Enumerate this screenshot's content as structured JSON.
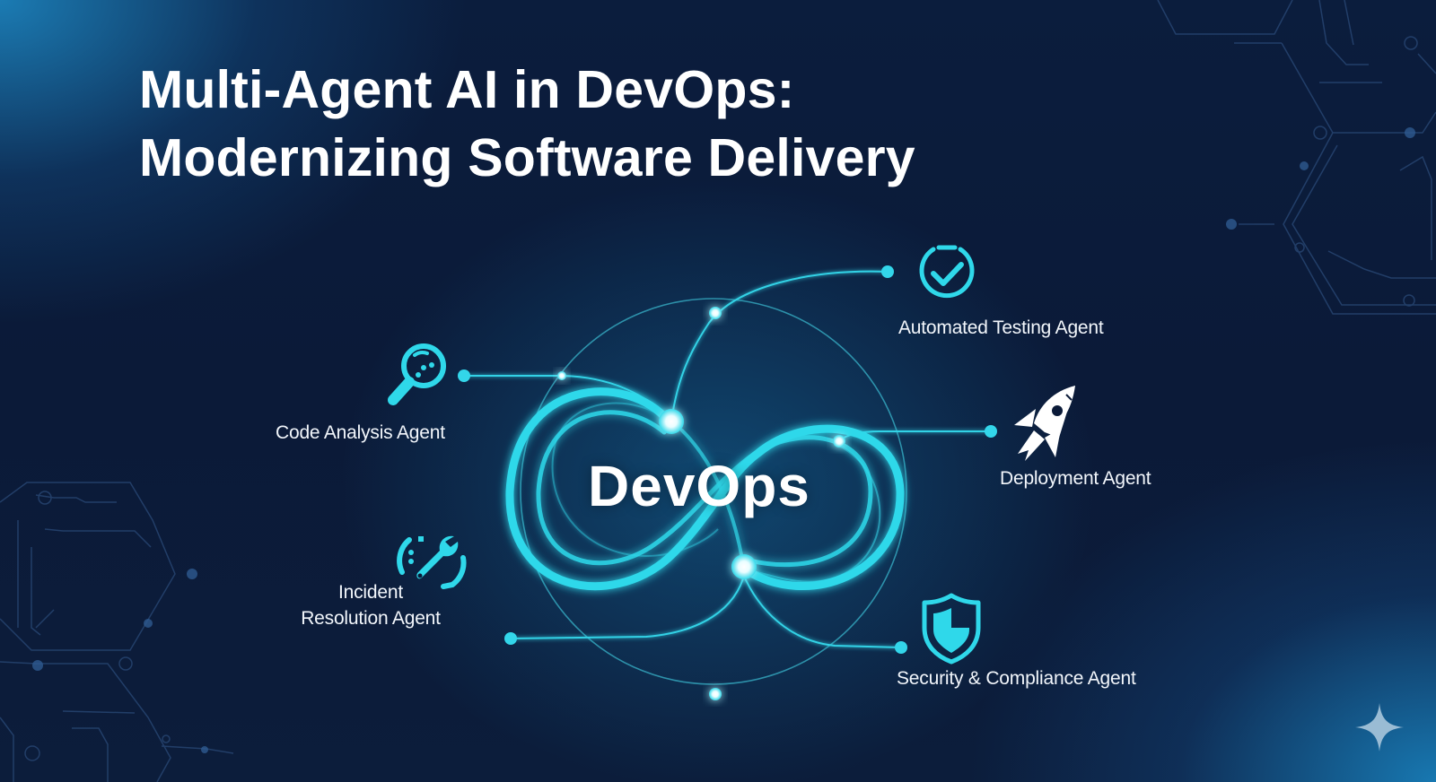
{
  "title": {
    "line1": "Multi-Agent AI in DevOps:",
    "line2": "Modernizing Software Delivery"
  },
  "center": {
    "label": "DevOps",
    "shape": "infinity-loop"
  },
  "agents": [
    {
      "id": "code-analysis",
      "label": "Code Analysis Agent",
      "icon": "magnifier-icon"
    },
    {
      "id": "incident-resolution",
      "label_line1": "Incident",
      "label_line2": "Resolution Agent",
      "icon": "wrench-icon"
    },
    {
      "id": "automated-testing",
      "label": "Automated Testing Agent",
      "icon": "check-circle-icon"
    },
    {
      "id": "deployment",
      "label": "Deployment Agent",
      "icon": "rocket-icon"
    },
    {
      "id": "security-compliance",
      "label": "Security & Compliance Agent",
      "icon": "shield-icon"
    }
  ],
  "colors": {
    "background_dark": "#0b1a38",
    "background_glow": "#1e8cc8",
    "accent_cyan": "#2fd8ea",
    "text": "#ffffff",
    "circuit_lines": "#2a4a78"
  },
  "decorations": {
    "corner_mark": "four-point-sparkle"
  }
}
